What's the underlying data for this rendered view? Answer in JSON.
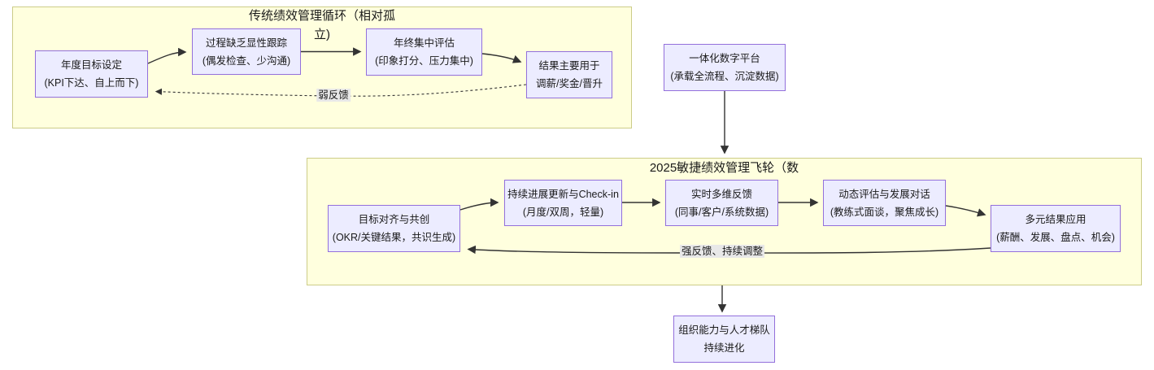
{
  "diagram": {
    "type": "flowchart",
    "clusters": [
      {
        "id": "traditional-cycle",
        "title_lines": [
          "传统绩效管理循环（相对孤",
          "立)"
        ]
      },
      {
        "id": "agile-flywheel",
        "title_lines": [
          "2025敏捷绩效管理飞轮（数"
        ]
      }
    ],
    "nodes": {
      "annual_goal": {
        "line1": "年度目标设定",
        "line2": "(KPI下达、自上而下)"
      },
      "process_tracking": {
        "line1": "过程缺乏显性跟踪",
        "line2": "(偶发检查、少沟通)"
      },
      "year_end_eval": {
        "line1": "年终集中评估",
        "line2": "(印象打分、压力集中)"
      },
      "results_usage": {
        "line1": "结果主要用于",
        "line2": "调薪/奖金/晋升"
      },
      "digital_platform": {
        "line1": "一体化数字平台",
        "line2": "(承载全流程、沉淀数据)"
      },
      "goal_alignment": {
        "line1": "目标对齐与共创",
        "line2": "(OKR/关键结果，共识生成)"
      },
      "checkin": {
        "line1": "持续进展更新与Check-in",
        "line2": "(月度/双周，轻量)"
      },
      "realtime_feedback": {
        "line1": "实时多维反馈",
        "line2": "(同事/客户/系统数据)"
      },
      "dynamic_eval": {
        "line1": "动态评估与发展对话",
        "line2": "(教练式面谈，聚焦成长)"
      },
      "multi_results": {
        "line1": "多元结果应用",
        "line2": "(薪酬、发展、盘点、机会)"
      },
      "org_capability": {
        "line1": "组织能力与人才梯队",
        "line2": "持续进化"
      }
    },
    "edge_labels": {
      "weak_feedback": "弱反馈",
      "strong_feedback": "强反馈、持续调整"
    },
    "colors": {
      "node_fill": "#ECECFF",
      "node_border": "#9370DB",
      "cluster_fill": "#FFFFDE",
      "cluster_border": "#CCCC88",
      "edge": "#333333",
      "edge_label_bg": "#E8E8E8"
    }
  }
}
